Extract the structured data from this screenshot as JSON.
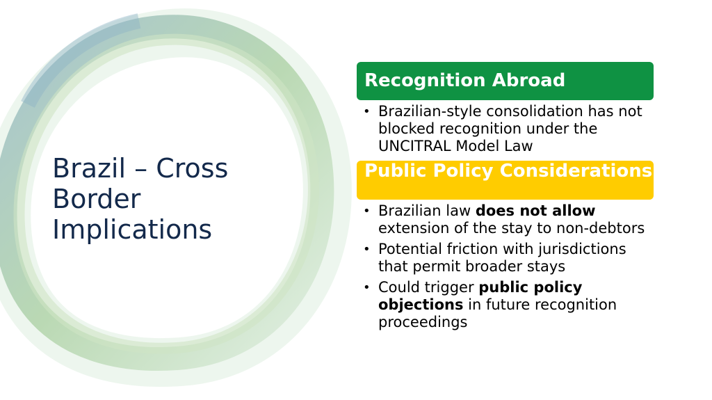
{
  "slide": {
    "title": "Brazil – Cross Border Implications",
    "sections": [
      {
        "heading": "Recognition Abroad",
        "color": "#0f9243",
        "bullets": [
          [
            {
              "text": "Brazilian-style consolidation has not blocked recognition under the UNCITRAL Model Law",
              "bold": false
            }
          ]
        ]
      },
      {
        "heading": "Public Policy Considerations",
        "color": "#ffcc00",
        "bullets": [
          [
            {
              "text": "Brazilian law ",
              "bold": false
            },
            {
              "text": "does not allow",
              "bold": true
            },
            {
              "text": " extension of the stay to non-debtors",
              "bold": false
            }
          ],
          [
            {
              "text": "Potential friction with jurisdictions that permit broader stays",
              "bold": false
            }
          ],
          [
            {
              "text": "Could trigger ",
              "bold": false
            },
            {
              "text": "public policy objections",
              "bold": true
            },
            {
              "text": " in future recognition proceedings",
              "bold": false
            }
          ]
        ]
      }
    ],
    "decoration_colors": [
      "#cfe5c4",
      "#a9cfa0",
      "#8fb3c6",
      "#dfeee0"
    ]
  }
}
